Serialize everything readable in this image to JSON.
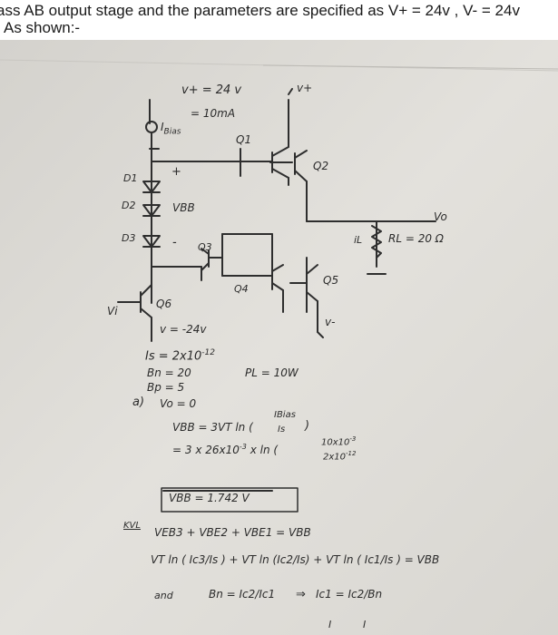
{
  "header": {
    "line1": "ass AB output stage and the parameters are specified as V+ = 24v , V- = 24v",
    "line2": "As shown:-"
  },
  "circuit": {
    "vplus_supply": "v+ = 24 v",
    "ibias": "I",
    "ibias_sub": "Bias",
    "ibias_value": "= 10mA",
    "q1": "Q1",
    "q2": "Q2",
    "q3": "Q3",
    "q4": "Q4",
    "q5": "Q5",
    "q6": "Q6",
    "vplus": "v+",
    "d1": "D1",
    "d2": "D2",
    "d3": "D3",
    "plus": "+",
    "vbb": "VBB",
    "minus": "-",
    "vo": "Vo",
    "il": "iL",
    "rl": "RL = 20 Ω",
    "vi": "Vi",
    "vminus_supply": "v = -24v",
    "vminus": "v-"
  },
  "params": {
    "is": "Is = 2x10",
    "is_exp": "-12",
    "bn": "Bn = 20",
    "bp": "Bp = 5",
    "pl": "PL = 10W"
  },
  "solution": {
    "part_a": "a)",
    "vo_zero": "Vo = 0",
    "vbb_eq": "VBB = 3VT ln (",
    "ibias_frac_num": "IBias",
    "ibias_frac_den": "Is",
    "vbb_eq_close": ")",
    "vbb_num": "= 3 x 26x10",
    "vbb_num_exp": "-3",
    "vbb_num_ln": "x ln (",
    "vbb_frac_num": "10x10",
    "vbb_frac_num_exp": "-3",
    "vbb_frac_den": "2x10",
    "vbb_frac_den_exp": "-12",
    "vbb_result": "VBB = 1.742 V",
    "kvl": "KVL",
    "kvl_eq": "VEB3 + VBE2 + VBE1 = VBB",
    "kvl_ln": "VT ln (",
    "kvl_ln_rest": "Ic3/Is ) + VT ln (Ic2/Is) + VT ln ( Ic1/Is ) = VBB",
    "and": "and",
    "bn_eq": "Bn = Ic2/Ic1",
    "implies": "⇒",
    "ic1_eq": "Ic1 = Ic2/Bn",
    "bottom1": "I",
    "bottom2": "I"
  }
}
